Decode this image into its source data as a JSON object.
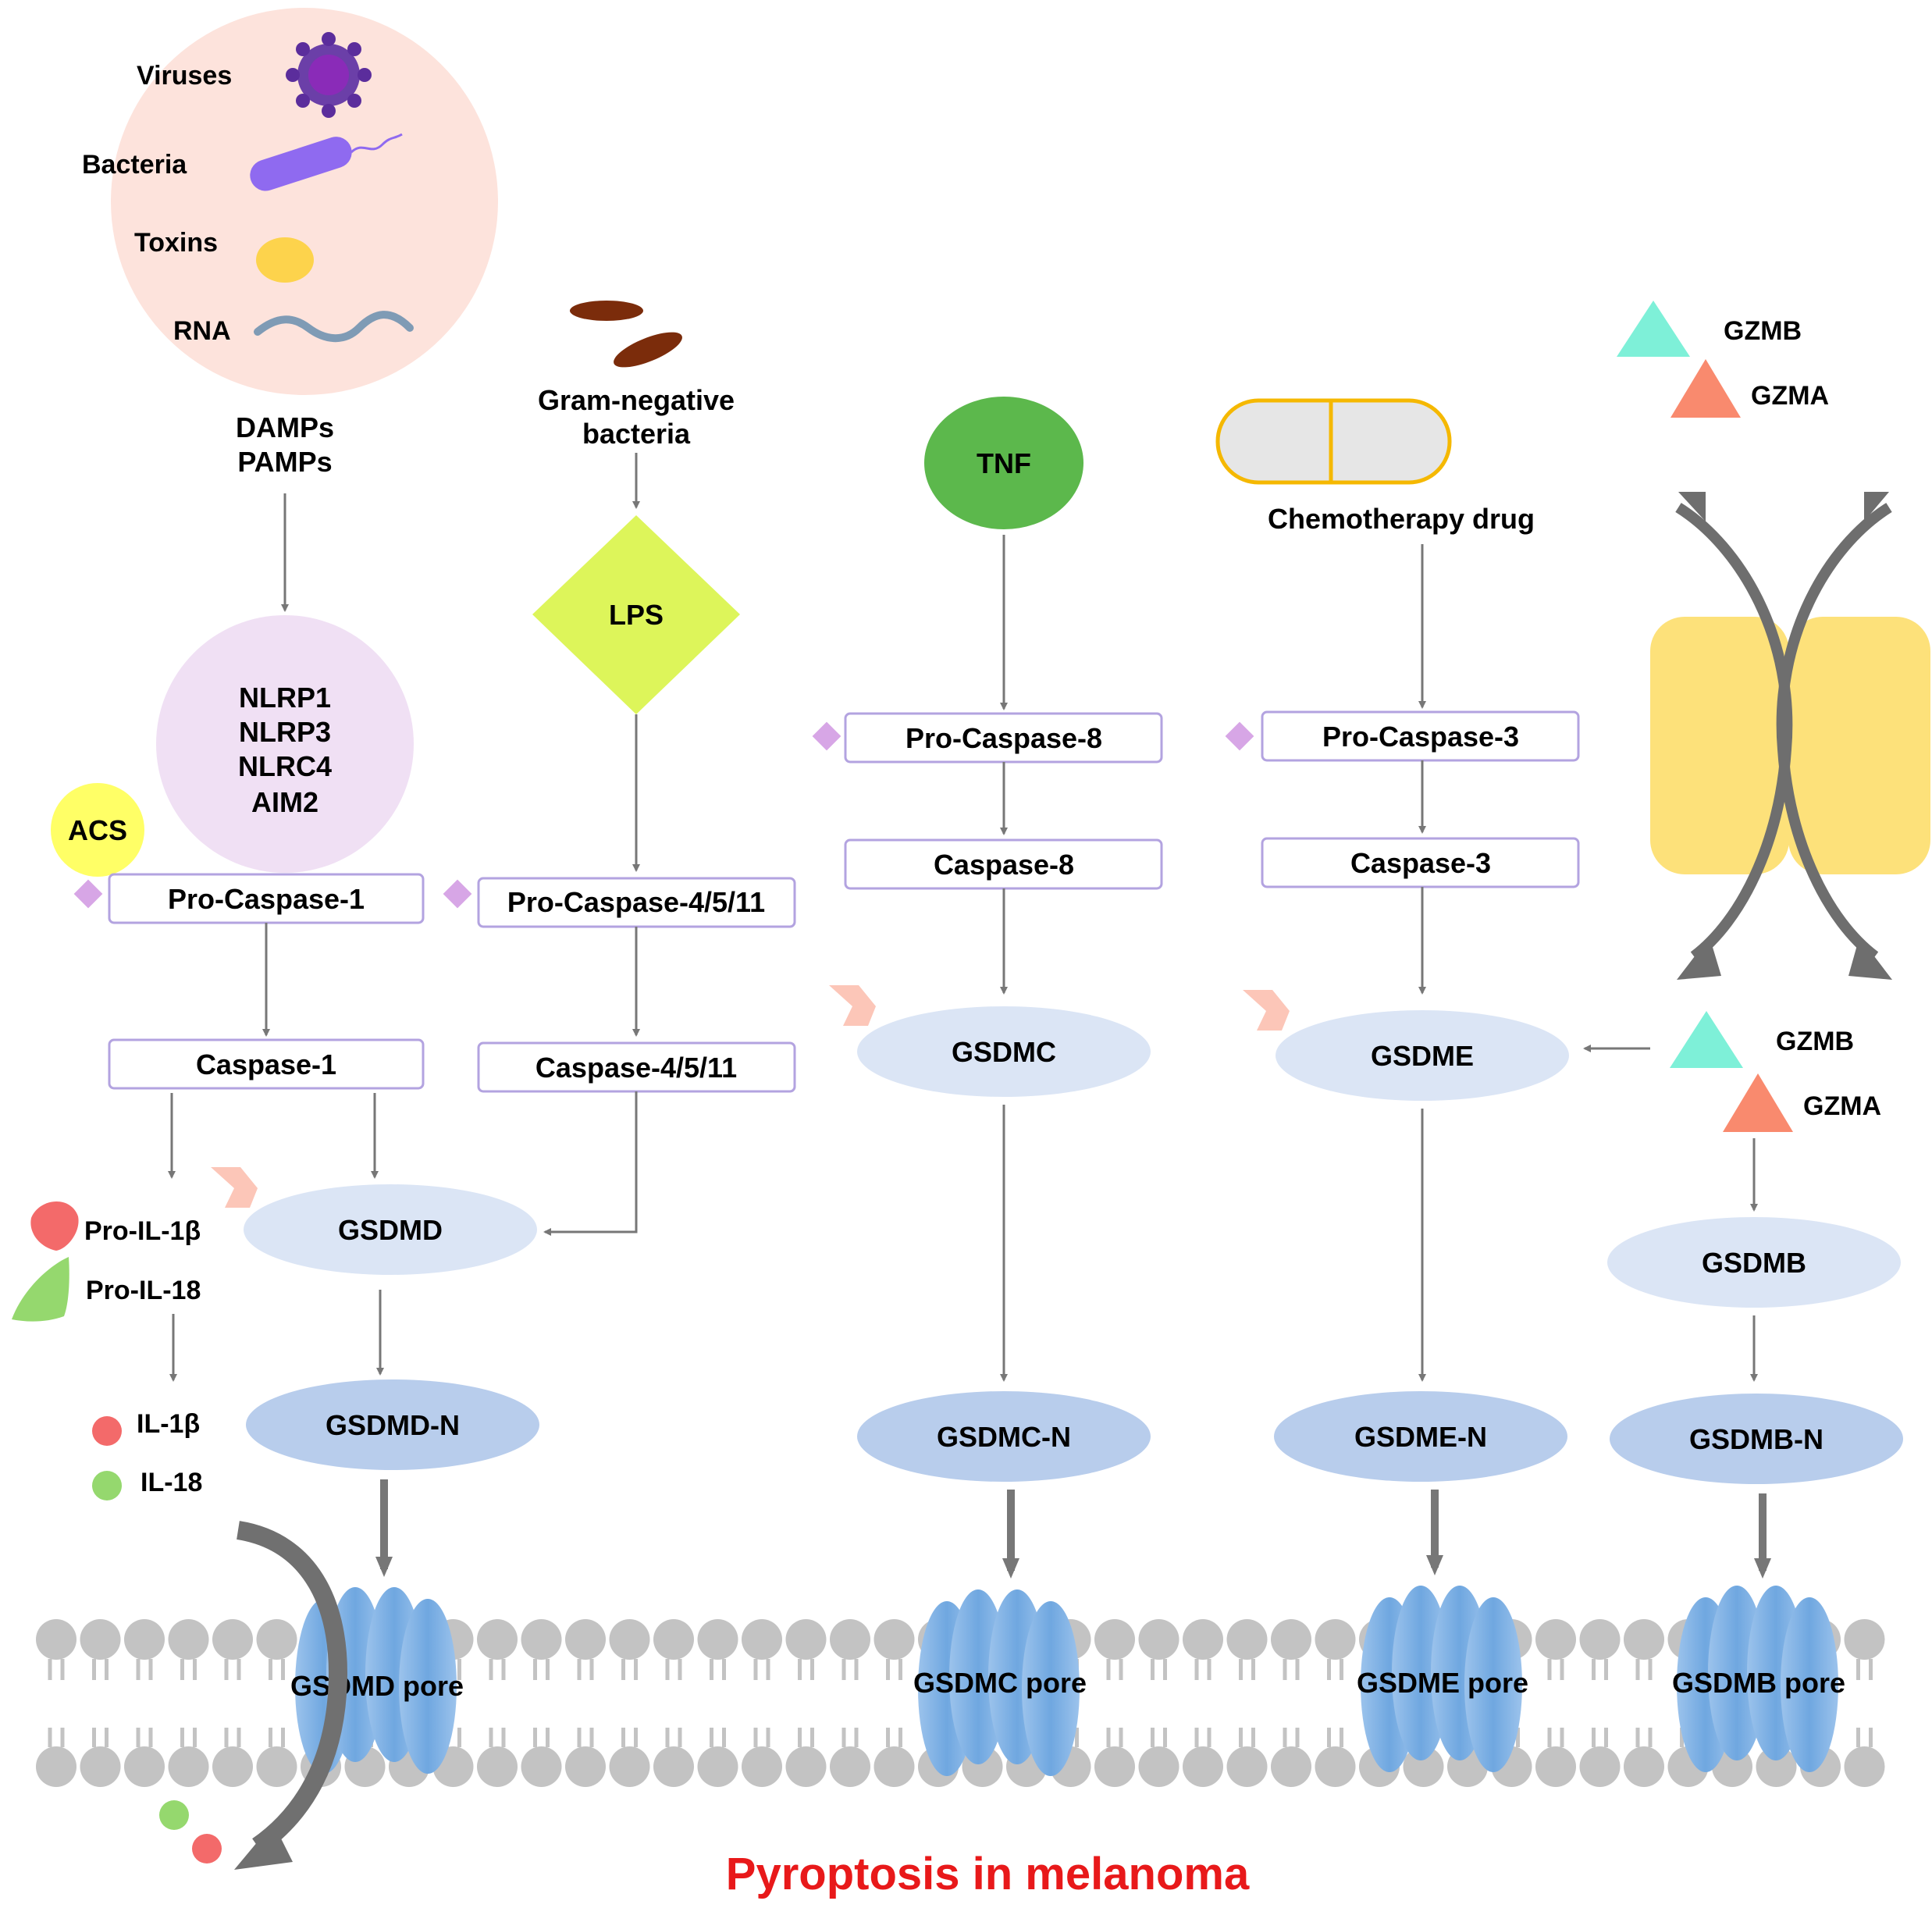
{
  "title": "Pyroptosis in melanoma",
  "colors": {
    "title": "#e8191a",
    "pathogen_circle": "#fde3dc",
    "inflammasome_circle": "#f0e0f4",
    "acs_circle": "#ffff66",
    "lps_diamond": "#ddf55a",
    "tnf_circle": "#5cb84c",
    "gsdm_ellipse": "#dbe5f5",
    "gsdm_n_ellipse": "#b8cdec",
    "pore_blue": "#86b6e6",
    "box_border": "#b3a3e0",
    "arrow": "#777777",
    "gzmb": "#7ef0d8",
    "gzma": "#f98a6e",
    "perforin": "#fde17a",
    "lipid": "#c3c3c3",
    "il1b": "#f36a6a",
    "il18": "#95d86e"
  },
  "pathogens": {
    "viruses": "Viruses",
    "bacteria": "Bacteria",
    "toxins": "Toxins",
    "rna": "RNA"
  },
  "damps": "DAMPs",
  "pamps": "PAMPs",
  "inflammasomes": [
    "NLRP1",
    "NLRP3",
    "NLRC4",
    "AIM2"
  ],
  "acs": "ACS",
  "gram_negative": [
    "Gram-negative",
    "bacteria"
  ],
  "lps": "LPS",
  "tnf": "TNF",
  "chemo": "Chemotherapy drug",
  "granzymes": {
    "gzmb": "GZMB",
    "gzma": "GZMA"
  },
  "boxes": {
    "pro_caspase_1": "Pro-Caspase-1",
    "caspase_1": "Caspase-1",
    "pro_caspase_4511": "Pro-Caspase-4/5/11",
    "caspase_4511": "Caspase-4/5/11",
    "pro_caspase_8": "Pro-Caspase-8",
    "caspase_8": "Caspase-8",
    "pro_caspase_3": "Pro-Caspase-3",
    "caspase_3": "Caspase-3"
  },
  "gasdermins": {
    "gsdmd": "GSDMD",
    "gsdmd_n": "GSDMD-N",
    "gsdmc": "GSDMC",
    "gsdmc_n": "GSDMC-N",
    "gsdme": "GSDME",
    "gsdme_n": "GSDME-N",
    "gsdmb": "GSDMB",
    "gsdmb_n": "GSDMB-N"
  },
  "cytokines": {
    "pro_il1b": "Pro-IL-1β",
    "pro_il18": "Pro-IL-18",
    "il1b": "IL-1β",
    "il18": "IL-18"
  },
  "pores": {
    "gsdmd": "GSDMD pore",
    "gsdmc": "GSDMC pore",
    "gsdme": "GSDME pore",
    "gsdmb": "GSDMB pore"
  }
}
